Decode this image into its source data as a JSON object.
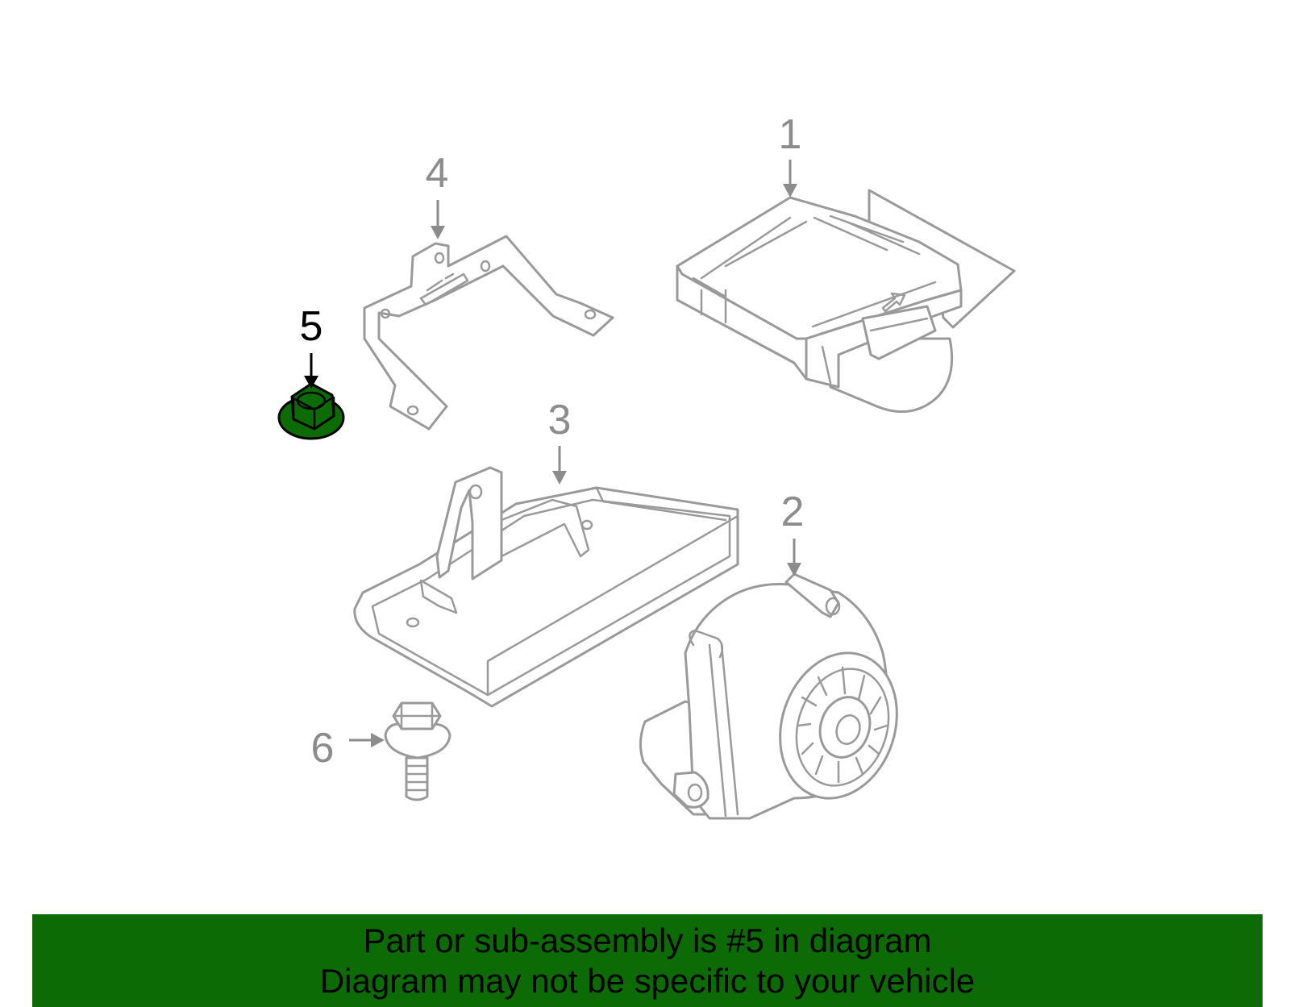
{
  "diagram": {
    "highlight_color": "#0d6b06",
    "highlighted_part": "5",
    "callouts": [
      {
        "id": "1",
        "label": "1"
      },
      {
        "id": "2",
        "label": "2"
      },
      {
        "id": "3",
        "label": "3"
      },
      {
        "id": "4",
        "label": "4"
      },
      {
        "id": "5",
        "label": "5"
      },
      {
        "id": "6",
        "label": "6"
      }
    ]
  },
  "banner": {
    "line1": "Part or sub-assembly is #5 in diagram",
    "line2": "Diagram may not be specific to your vehicle",
    "background": "#0d6b06"
  }
}
